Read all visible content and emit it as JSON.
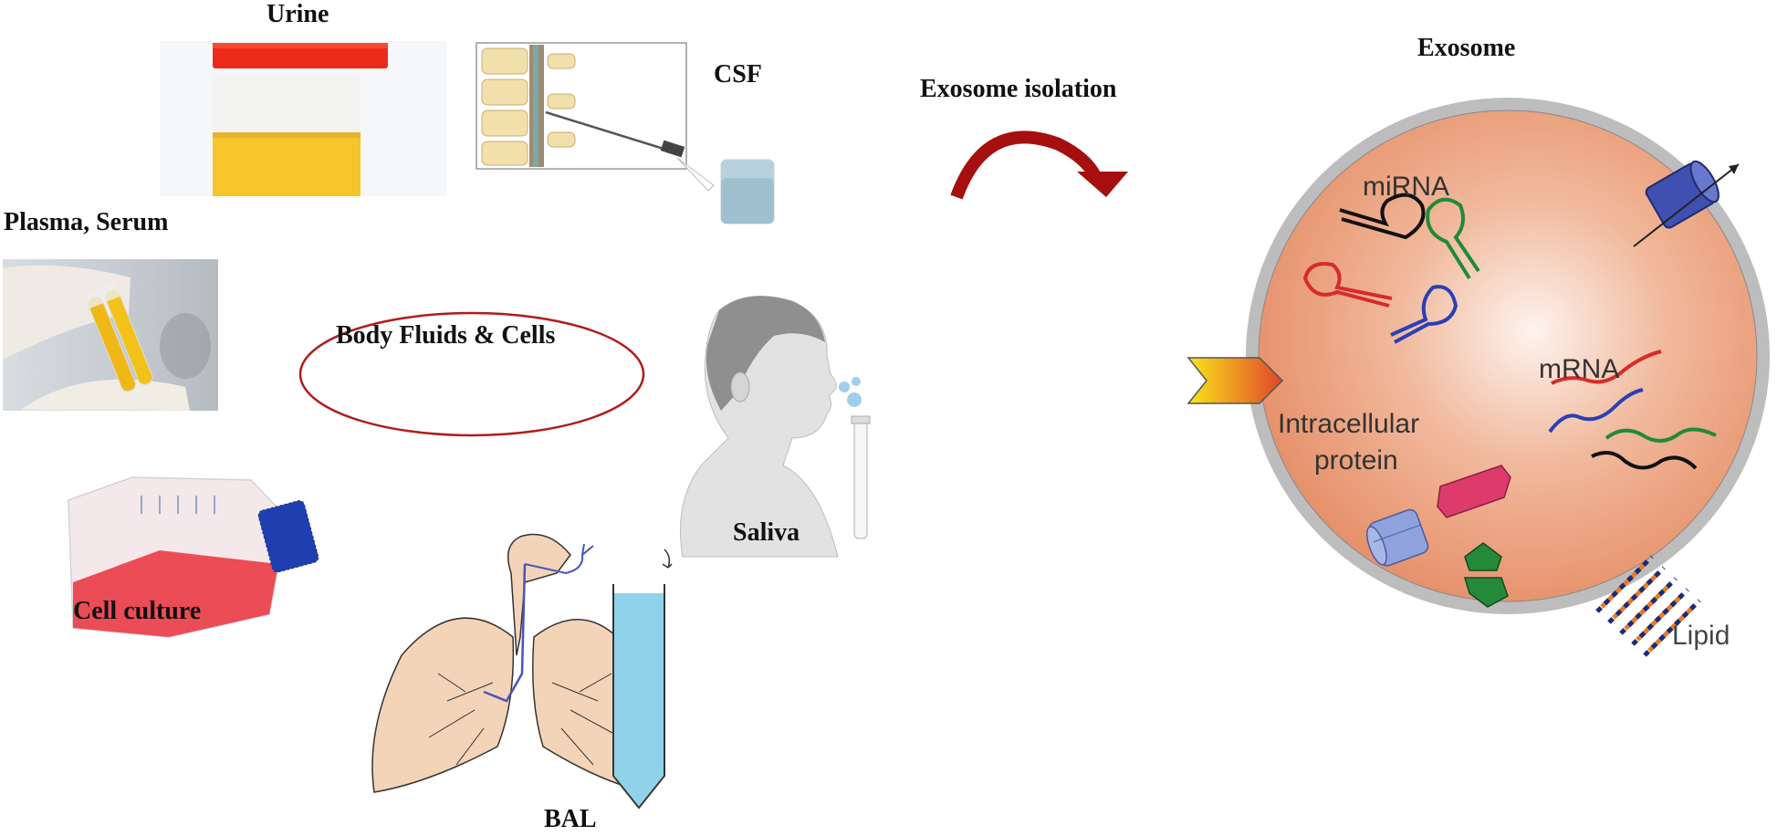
{
  "labels": {
    "urine": "Urine",
    "csf": "CSF",
    "plasma_serum": "Plasma, Serum",
    "body_fluids": "Body Fluids & Cells",
    "saliva": "Saliva",
    "cell_culture": "Cell culture",
    "bal": "BAL",
    "exosome_isolation": "Exosome isolation",
    "exosome": "Exosome"
  },
  "exosome_parts": {
    "mirna": "miRNA",
    "mrna": "mRNA",
    "protein_line1": "Intracellular",
    "protein_line2": "protein",
    "lipid": "Lipid"
  },
  "colors": {
    "ellipse_stroke": "#b01c1c",
    "arrow": "#a50f0f",
    "exosome_fill": "#eaa07e",
    "membrane": "#b9b9b9"
  }
}
